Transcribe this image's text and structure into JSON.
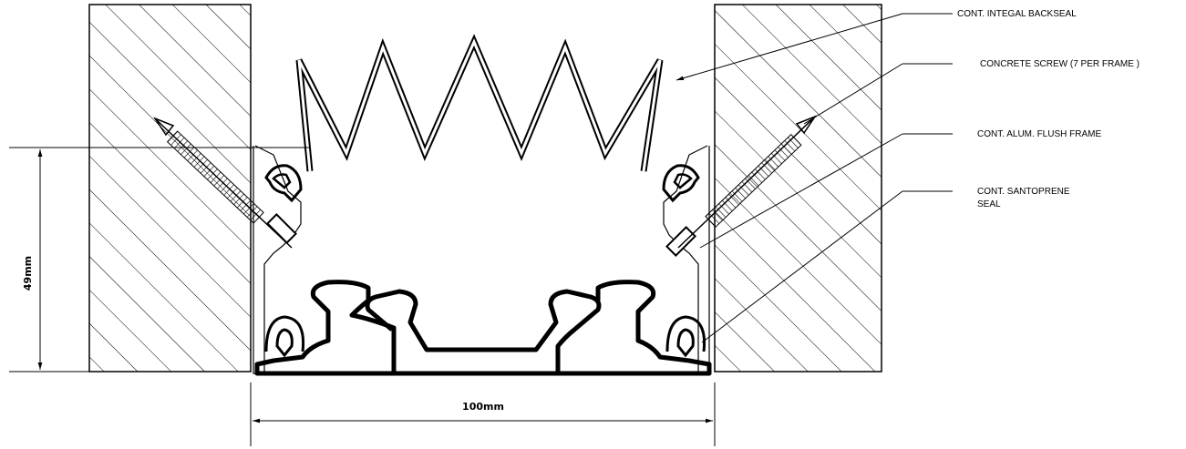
{
  "labels": {
    "backseal": "CONT. INTEGAL BACKSEAL",
    "screw": "CONCRETE SCREW (7 PER FRAME )",
    "frame": "CONT. ALUM. FLUSH FRAME",
    "santoprene_line1": "CONT. SANTOPRENE",
    "santoprene_line2": "SEAL"
  },
  "dimensions": {
    "height": "49mm",
    "width": "100mm"
  }
}
